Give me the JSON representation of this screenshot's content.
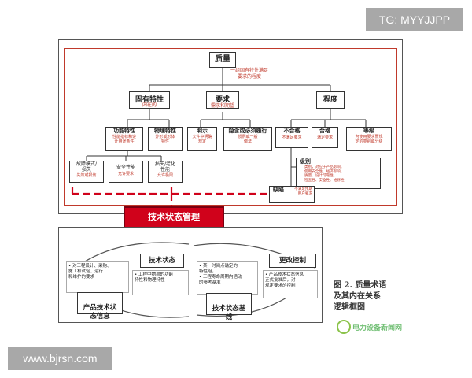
{
  "overlay": {
    "tg": "TG: MYYJJPP",
    "site": "www.bjrsn.com"
  },
  "quality": {
    "root": "质量",
    "root_note": "一组固有特性满足\n要求的程度",
    "inherent": "固有特性",
    "inherent_note": "内在的",
    "requirement": "要求",
    "requirement_note": "需求和期望",
    "degree": "程度",
    "functional": "功能特性",
    "functional_note": "性能指标和设\n计用途条件",
    "physical": "物理特性",
    "physical_note": "外形或形体\n特性",
    "explicit": "明示",
    "explicit_note": "文件中明确\n规定",
    "implicit": "隐含或必须履行",
    "implicit_note": "惯例或一般\n做法",
    "nonconform": "不合格",
    "nonconform_note": "不满足要求",
    "conform": "合格",
    "conform_note": "满足要求",
    "grade": "等级",
    "grade_note": "为使用要求而规\n定的类别或分级",
    "failure": "故障模式/\n损失",
    "failure_note": "失效或损伤",
    "safety": "安全性能",
    "safety_note": "允许要求",
    "aging": "损失/老化\n性能",
    "aging_note": "允许极限",
    "level": "级别",
    "level_note": "类别，对应于产品影响、\n使用安全性、经济影响、\n质量、设计可靠性、\n检查性、安全性、维修性",
    "defect": "缺陷",
    "defect_note": "不满足预期\n用户要求"
  },
  "tsm": {
    "label": "技术状态管理"
  },
  "lifecycle": {
    "info": "产品技术状\n态信息",
    "info_note": "• 对工程设计、采购、\n  施工和试验、运行\n  和维护的要求",
    "status": "技术状态",
    "status_note": "• 工程中物项的功能\n  特性和物理特性",
    "baseline": "技术状态基\n线",
    "baseline_note": "• 某一时间点确定的\n  特性组，\n• 工程寿命周期内活动\n  的参考基准",
    "change": "更改控制",
    "change_note": "• 产品技术状态信息\n  正式批准后，对\n  规定要求的控制"
  },
  "caption": "图 2. 质量术语\n及其内在关系\n逻辑框图",
  "watermark": "电力设备新闻网"
}
